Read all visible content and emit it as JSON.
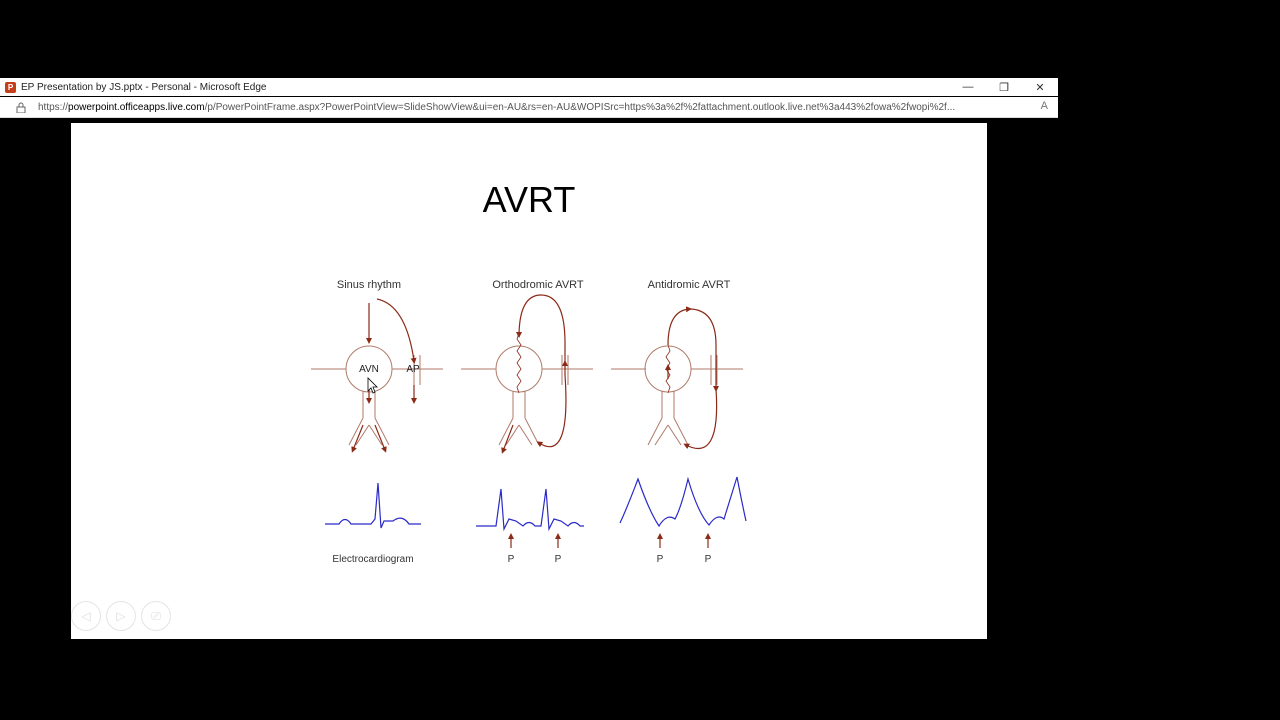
{
  "window": {
    "title": "EP Presentation by JS.pptx - Personal - Microsoft Edge",
    "url_prefix": "https://",
    "url_domain": "powerpoint.officeapps.live.com",
    "url_rest": "/p/PowerPointFrame.aspx?PowerPointView=SlideShowView&ui=en-AU&rs=en-AU&WOPISrc=https%3a%2f%2fattachment.outlook.live.net%3a443%2fowa%2fwopi%2f...",
    "minimize": "—",
    "restore": "❐",
    "close": "✕",
    "reader_glyph": "A"
  },
  "slide": {
    "title": "AVRT",
    "panels": [
      {
        "label": "Sinus rhythm"
      },
      {
        "label": "Orthodromic AVRT"
      },
      {
        "label": "Antidromic AVRT"
      }
    ],
    "avn_label": "AVN",
    "ap_label": "AP",
    "ecg_label": "Electrocardiogram",
    "p_label": "P"
  },
  "colors": {
    "conduction": "#8b2a17",
    "ecg": "#2a2ac8",
    "outline": "#b07a6a"
  },
  "nav": {
    "prev": "◁",
    "next": "▷",
    "exit": "⎚"
  }
}
